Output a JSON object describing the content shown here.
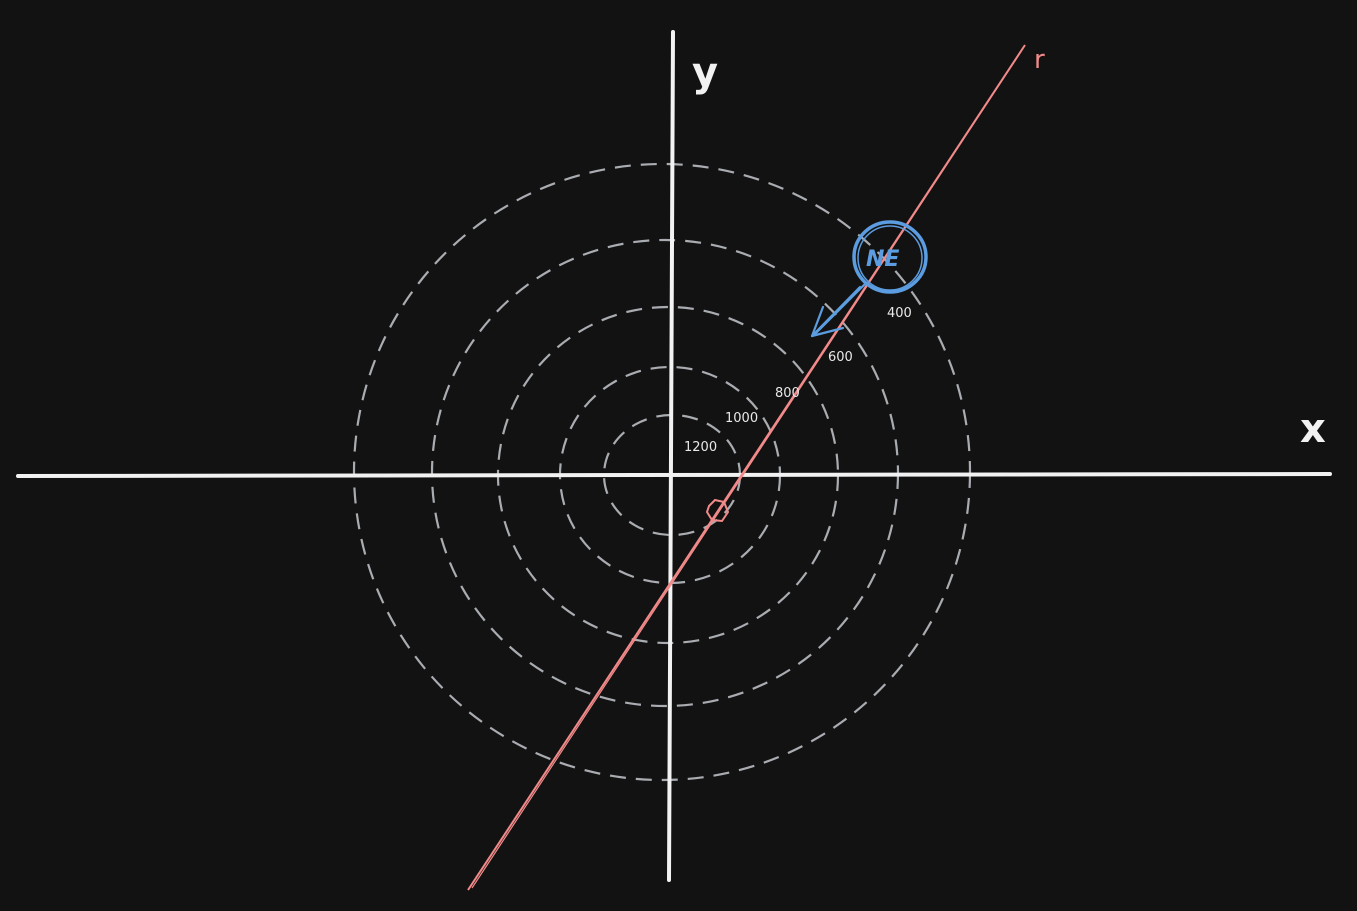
{
  "axes": {
    "x_label": "x",
    "y_label": "y"
  },
  "contours": [
    {
      "label": "1200"
    },
    {
      "label": "1000"
    },
    {
      "label": "800"
    },
    {
      "label": "600"
    },
    {
      "label": "400"
    },
    {
      "label": ""
    }
  ],
  "line": {
    "label": "r"
  },
  "badge": {
    "text": "NE"
  },
  "colors": {
    "background": "#121212",
    "axes": "#f2f2f2",
    "contour": "#a9acb1",
    "line": "#f28a8a",
    "badge": "#5b9de0"
  }
}
